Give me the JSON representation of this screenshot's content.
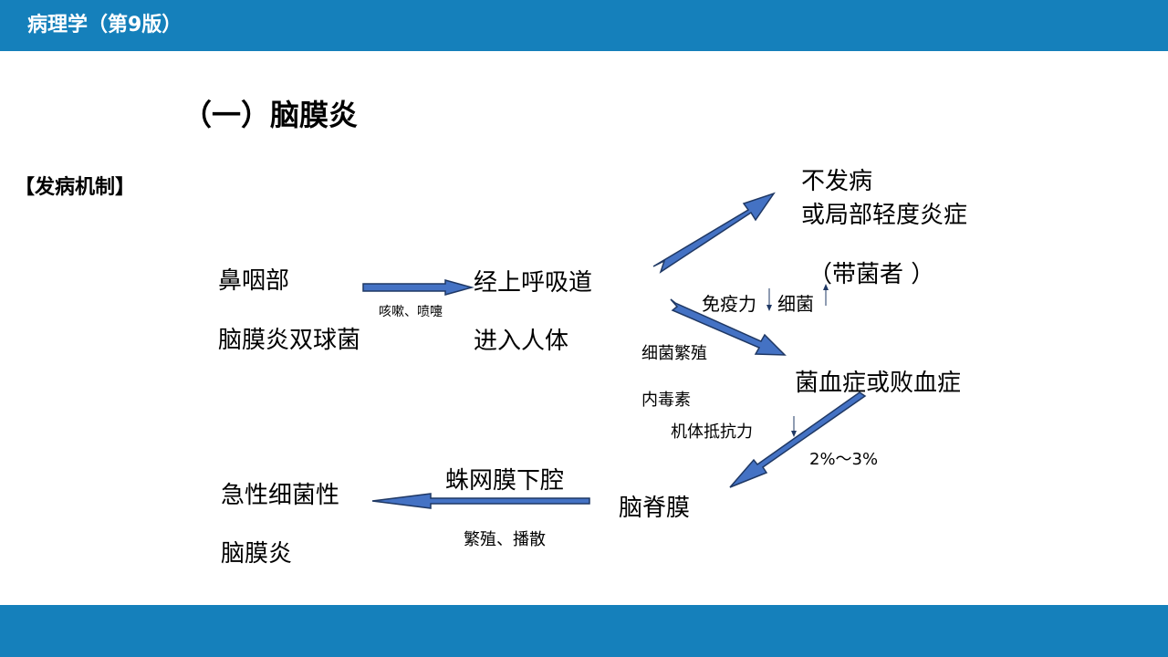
{
  "header": {
    "title": "病理学（第9版）"
  },
  "slide": {
    "heading": "（一）脑膜炎",
    "section": "【发病机制】"
  },
  "diagram": {
    "source_line1": "鼻咽部",
    "source_line2": "脑膜炎双球菌",
    "route_label": "咳嗽、喷嚏",
    "entry_line1": "经上呼吸道",
    "entry_line2": "进入人体",
    "outcome1_line1": "不发病",
    "outcome1_line2": "或局部轻度炎症",
    "carrier": "（带菌者 ）",
    "immunity_label": "免疫力",
    "bacteria_label": "细菌",
    "proliferation": "细菌繁殖",
    "endotoxin": "内毒素",
    "resistance": "机体抵抗力",
    "outcome2": "菌血症或败血症",
    "percentage": "2%～3%",
    "meninges": "脑脊膜",
    "subarachnoid": "蛛网膜下腔",
    "spread": "繁殖、播散",
    "result_line1": "急性细菌性",
    "result_line2": "脑膜炎"
  },
  "colors": {
    "bar": "#1580bb",
    "arrow_fill": "#4472c4",
    "arrow_stroke": "#1f3864"
  }
}
